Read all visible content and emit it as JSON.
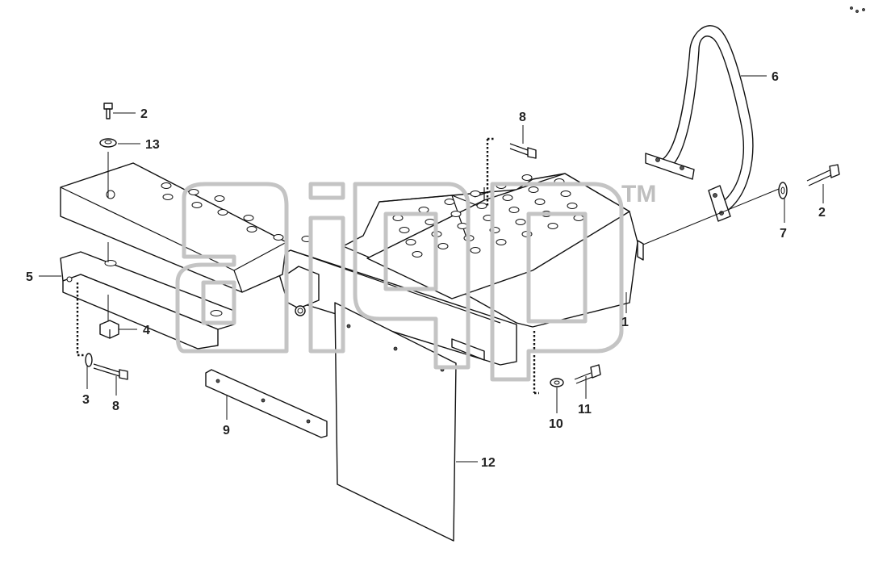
{
  "diagram": {
    "callouts": [
      {
        "id": "c1",
        "label": "1"
      },
      {
        "id": "c2a",
        "label": "2"
      },
      {
        "id": "c2b",
        "label": "2"
      },
      {
        "id": "c3",
        "label": "3"
      },
      {
        "id": "c4",
        "label": "4"
      },
      {
        "id": "c5",
        "label": "5"
      },
      {
        "id": "c6",
        "label": "6"
      },
      {
        "id": "c7",
        "label": "7"
      },
      {
        "id": "c8a",
        "label": "8"
      },
      {
        "id": "c8b",
        "label": "8"
      },
      {
        "id": "c9",
        "label": "9"
      },
      {
        "id": "c10",
        "label": "10"
      },
      {
        "id": "c11",
        "label": "11"
      },
      {
        "id": "c12",
        "label": "12"
      },
      {
        "id": "c13",
        "label": "13"
      }
    ]
  },
  "watermark": {
    "text": "aiqp",
    "trademark": "TM"
  },
  "colors": {
    "line": "#111111",
    "watermark": "#c4c4c4",
    "background": "#ffffff"
  }
}
